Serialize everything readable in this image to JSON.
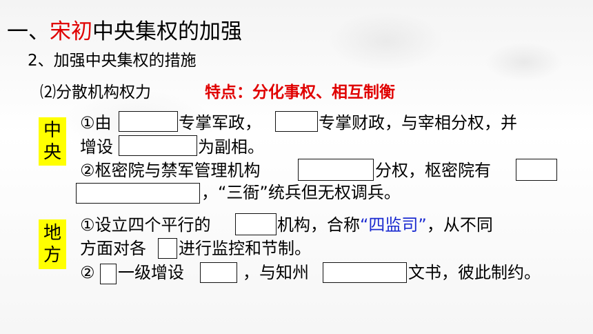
{
  "title": {
    "prefix": "一、",
    "highlight": "宋初",
    "rest": "中央集权的加强"
  },
  "subtitle": "2、加强中央集权的措施",
  "section": "⑵分散机构权力",
  "feature": "特点：分化事权、相互制衡",
  "central": {
    "tag_line1": "中",
    "tag_line2": "央",
    "l1_a": "①由",
    "l1_b": "专掌军政，",
    "l1_c": "专掌财政，与宰相分权，并",
    "l2_a": "增设",
    "l2_b": "为副相。",
    "l3_a": "②枢密院与禁军管理机构",
    "l3_b": "分权，枢密院有",
    "l4_b": "，“三衙”统兵但无权调兵。"
  },
  "local": {
    "tag_line1": "地",
    "tag_line2": "方",
    "l1_a": "①设立四个平行的",
    "l1_b": "机构，合称",
    "l1_quote": "“四监司”",
    "l1_c": "，从不同",
    "l2_a": "方面对各",
    "l2_b": "进行监控和节制。",
    "l3_a": "②",
    "l3_b": "一级增设",
    "l3_c": "，与知州",
    "l3_d": "文书，彼此制约。"
  },
  "colors": {
    "accent_red": "#e00000",
    "quote_blue": "#1a2ad0",
    "tag_yellow": "#ffff00"
  }
}
